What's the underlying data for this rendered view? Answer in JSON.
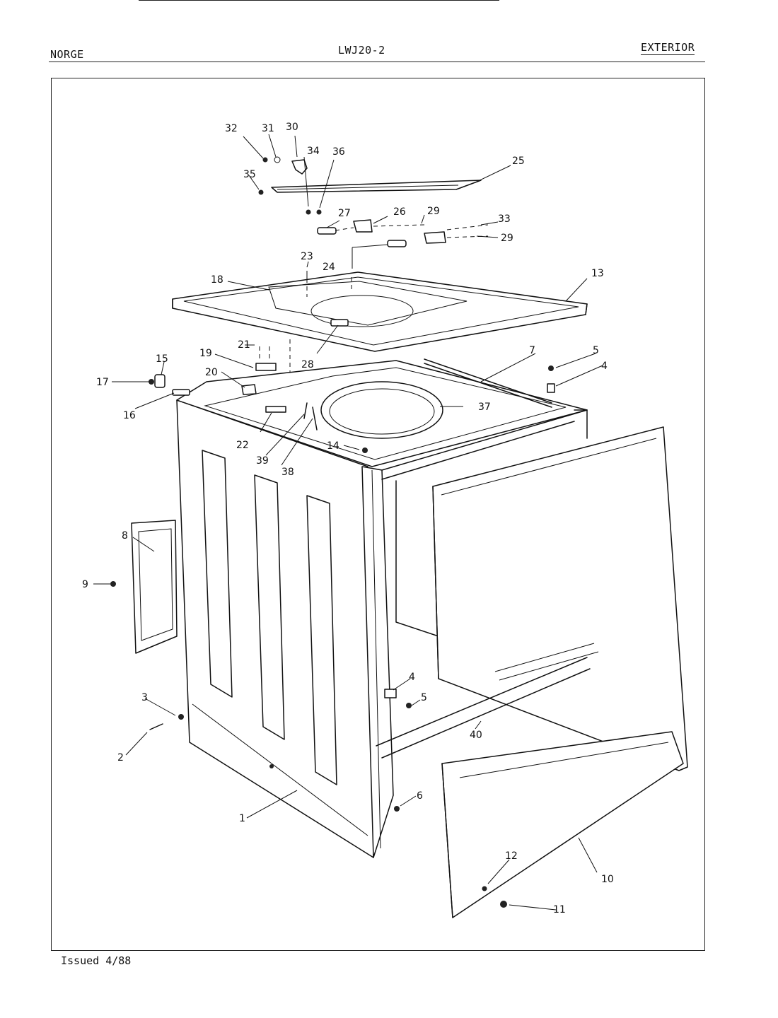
{
  "header": {
    "brand": "NORGE",
    "model": "LWJ20-2",
    "section": "EXTERIOR"
  },
  "footer": {
    "issued": "Issued 4/88"
  },
  "callouts": {
    "c1": "1",
    "c2": "2",
    "c3": "3",
    "c4a": "4",
    "c4b": "4",
    "c5a": "5",
    "c5b": "5",
    "c6": "6",
    "c7": "7",
    "c8": "8",
    "c9": "9",
    "c10": "10",
    "c11": "11",
    "c12": "12",
    "c13": "13",
    "c14": "14",
    "c15": "15",
    "c16": "16",
    "c17": "17",
    "c18": "18",
    "c19": "19",
    "c20": "20",
    "c21": "21",
    "c22": "22",
    "c23": "23",
    "c24": "24",
    "c25": "25",
    "c26": "26",
    "c27": "27",
    "c28": "28",
    "c29a": "29",
    "c29b": "29",
    "c30": "30",
    "c31": "31",
    "c32": "32",
    "c33": "33",
    "c34": "34",
    "c35": "35",
    "c36": "36",
    "c37": "37",
    "c38": "38",
    "c39": "39",
    "c40": "40"
  }
}
